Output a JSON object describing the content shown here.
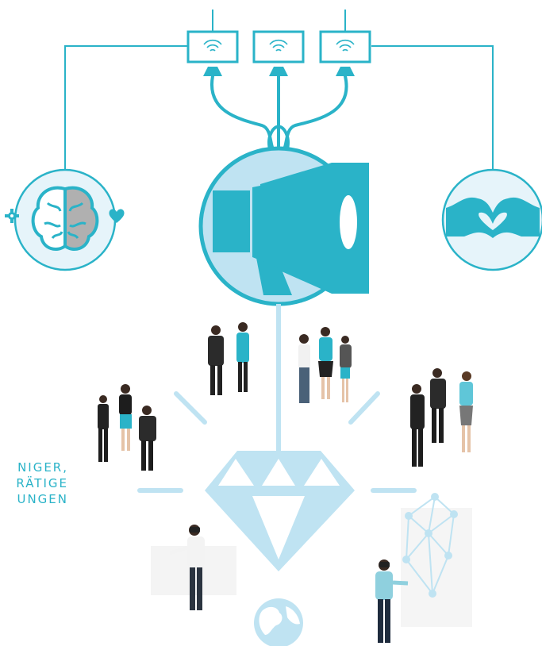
{
  "tagline": {
    "lines": [
      "NIGER,",
      "RÄTIGE",
      "UNGEN"
    ]
  },
  "colors": {
    "accent": "#2ab3c8",
    "light_blue": "#bfe3f2",
    "pale_blue": "#e6f4fa",
    "dark_suit": "#2b2b2b"
  },
  "icons": [
    "wifi-icon",
    "brain-icon",
    "gear-icon",
    "heart-icon",
    "heart-hands-icon",
    "megaphone-icon",
    "diamond-icon",
    "globe-icon",
    "vr-headset-icon"
  ]
}
